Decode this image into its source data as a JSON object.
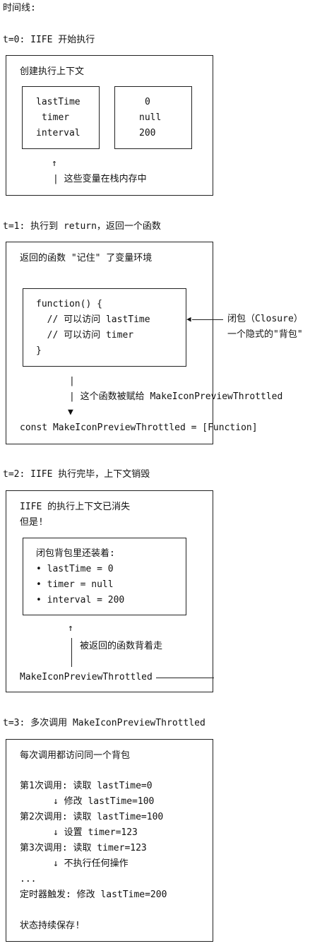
{
  "header": {
    "title": "时间线:"
  },
  "t0": {
    "heading": "t=0: IIFE 开始执行",
    "box_title": "创建执行上下文",
    "var_names": [
      "lastTime",
      "timer",
      "interval"
    ],
    "var_values": [
      "0",
      "null",
      "200"
    ],
    "arrow": "↑",
    "note": "| 这些变量在栈内存中"
  },
  "t1": {
    "heading": "t=1: 执行到 return，返回一个函数",
    "box_title": "返回的函数 \"记住\" 了变量环境",
    "code_lines": [
      "function() {",
      "  // 可以访问 lastTime",
      "  // 可以访问 timer",
      "}"
    ],
    "closure_label": "闭包（Closure）",
    "closure_sub": "一个隐式的\"背包\"",
    "assign_note": "| 这个函数被赋给 MakeIconPreviewThrottled",
    "pipe": "|",
    "down_arrow": "▼",
    "const_line": "const MakeIconPreviewThrottled = [Function]"
  },
  "t2": {
    "heading": "t=2: IIFE 执行完毕，上下文销毁",
    "line1": "IIFE 的执行上下文已消失",
    "line2": "但是!",
    "backpack_title": "闭包背包里还装着:",
    "backpack_items": [
      "• lastTime = 0",
      "• timer = null",
      "• interval = 200"
    ],
    "arrow": "↑",
    "note": "被返回的函数背着走",
    "func_name": "MakeIconPreviewThrottled"
  },
  "t3": {
    "heading": "t=3: 多次调用 MakeIconPreviewThrottled",
    "box_title": "每次调用都访问同一个背包",
    "lines": [
      "第1次调用: 读取 lastTime=0",
      "      ↓ 修改 lastTime=100",
      "第2次调用: 读取 lastTime=100",
      "      ↓ 设置 timer=123",
      "第3次调用: 读取 timer=123",
      "      ↓ 不执行任何操作",
      "...",
      "定时器触发: 修改 lastTime=200"
    ],
    "footer": "状态持续保存!"
  }
}
